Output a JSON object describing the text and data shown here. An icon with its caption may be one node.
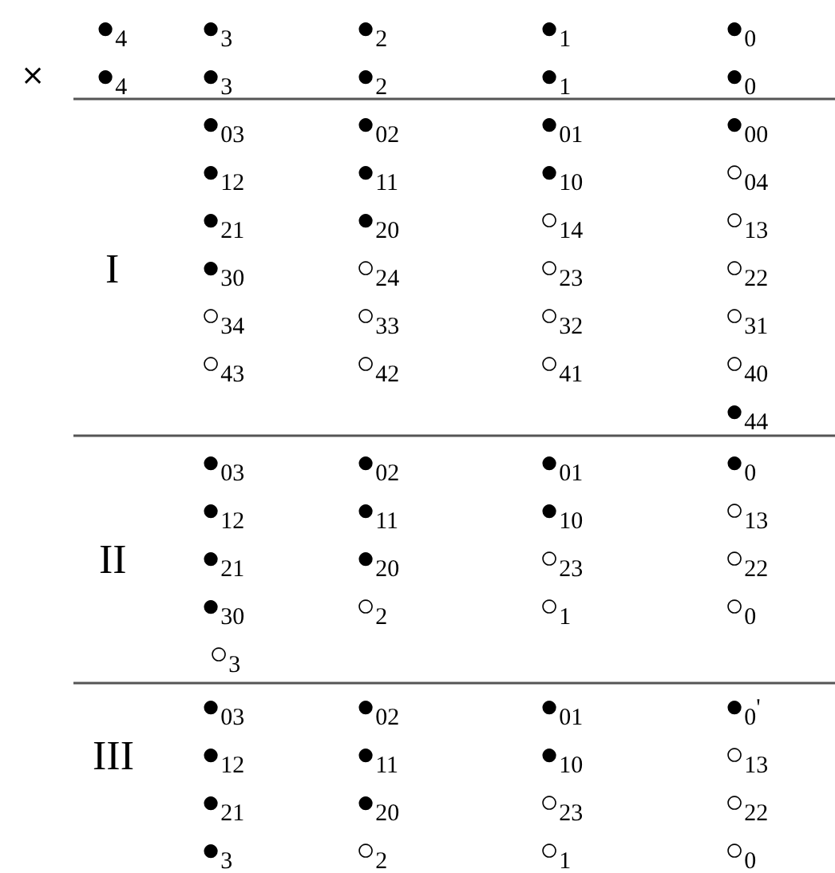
{
  "diagram": {
    "labels": [
      "●$_{4}$",
      "●$_{3}$",
      "●$_{2}$",
      "●$_{1}$",
      "●$_{0}$",
      "×",
      "●$_{4}$",
      "●$_{3}$",
      "●$_{2}$",
      "●$_{1}$",
      "●$_{0}$",
      "●$_{03}$",
      "●$_{02}$",
      "●$_{01}$",
      "●$_{00}$",
      "●$_{12}$",
      "●$_{11}$",
      "●$_{10}$",
      "○$_{04}$",
      "●$_{21}$",
      "●$_{20}$",
      "○$_{14}$",
      "○$_{13}$",
      "I",
      "●$_{30}$",
      "○$_{24}$",
      "○$_{23}$",
      "○$_{22}$",
      "○$_{34}$",
      "○$_{33}$",
      "○$_{32}$",
      "○$_{31}$",
      "○$_{43}$",
      "○$_{42}$",
      "○$_{41}$",
      "○$_{40}$",
      "●$_{44}$",
      "●$_{03}$",
      "●$_{02}$",
      "●$_{01}$",
      "●$_{0}$",
      "●$_{12}$",
      "●$_{11}$",
      "●$_{10}$",
      "○$_{13}$",
      "II",
      "●$_{21}$",
      "●$_{20}$",
      "○$_{23}$",
      "○$_{22}$",
      "●$_{30}$",
      "○$_{2}$",
      "○$_{1}$",
      "○$_{0}$",
      "○$_{3}$",
      "●$_{03}$",
      "●$_{02}$",
      "●$_{01}$",
      "●$_{0}$$^{'}$",
      "III",
      "●$_{12}$",
      "●$_{11}$",
      "●$_{10}$",
      "○$_{13}$",
      "●$_{21}$",
      "●$_{20}$",
      "○$_{23}$",
      "○$_{22}$",
      "●$_{3}$",
      "○$_{2}$",
      "○$_{1}$",
      "○$_{0}$"
    ]
  }
}
